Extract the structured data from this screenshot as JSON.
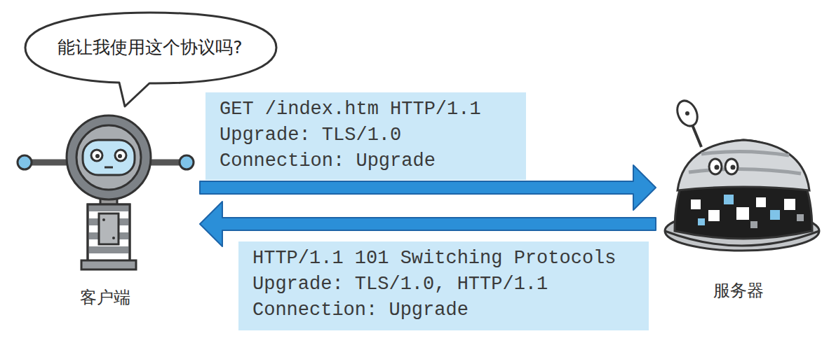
{
  "diagram": {
    "nodes": [
      {
        "text": [
          "能让我使用这个协议吗?"
        ]
      },
      {
        "text": [
          "GET /index.htm HTTP/1.1",
          "Upgrade: TLS/1.0",
          "Connection: Upgrade"
        ]
      },
      {
        "text": [
          "客户端"
        ]
      },
      {
        "text": [
          "服务器"
        ]
      },
      {
        "text": [
          "HTTP/1.1 101 Switching Protocols",
          "Upgrade: TLS/1.0, HTTP/1.1",
          "Connection: Upgrade"
        ]
      }
    ],
    "edges": [
      {
        "from": 2,
        "to": 3,
        "arrow": "to"
      },
      {
        "from": 3,
        "to": 2,
        "arrow": "to"
      }
    ]
  }
}
